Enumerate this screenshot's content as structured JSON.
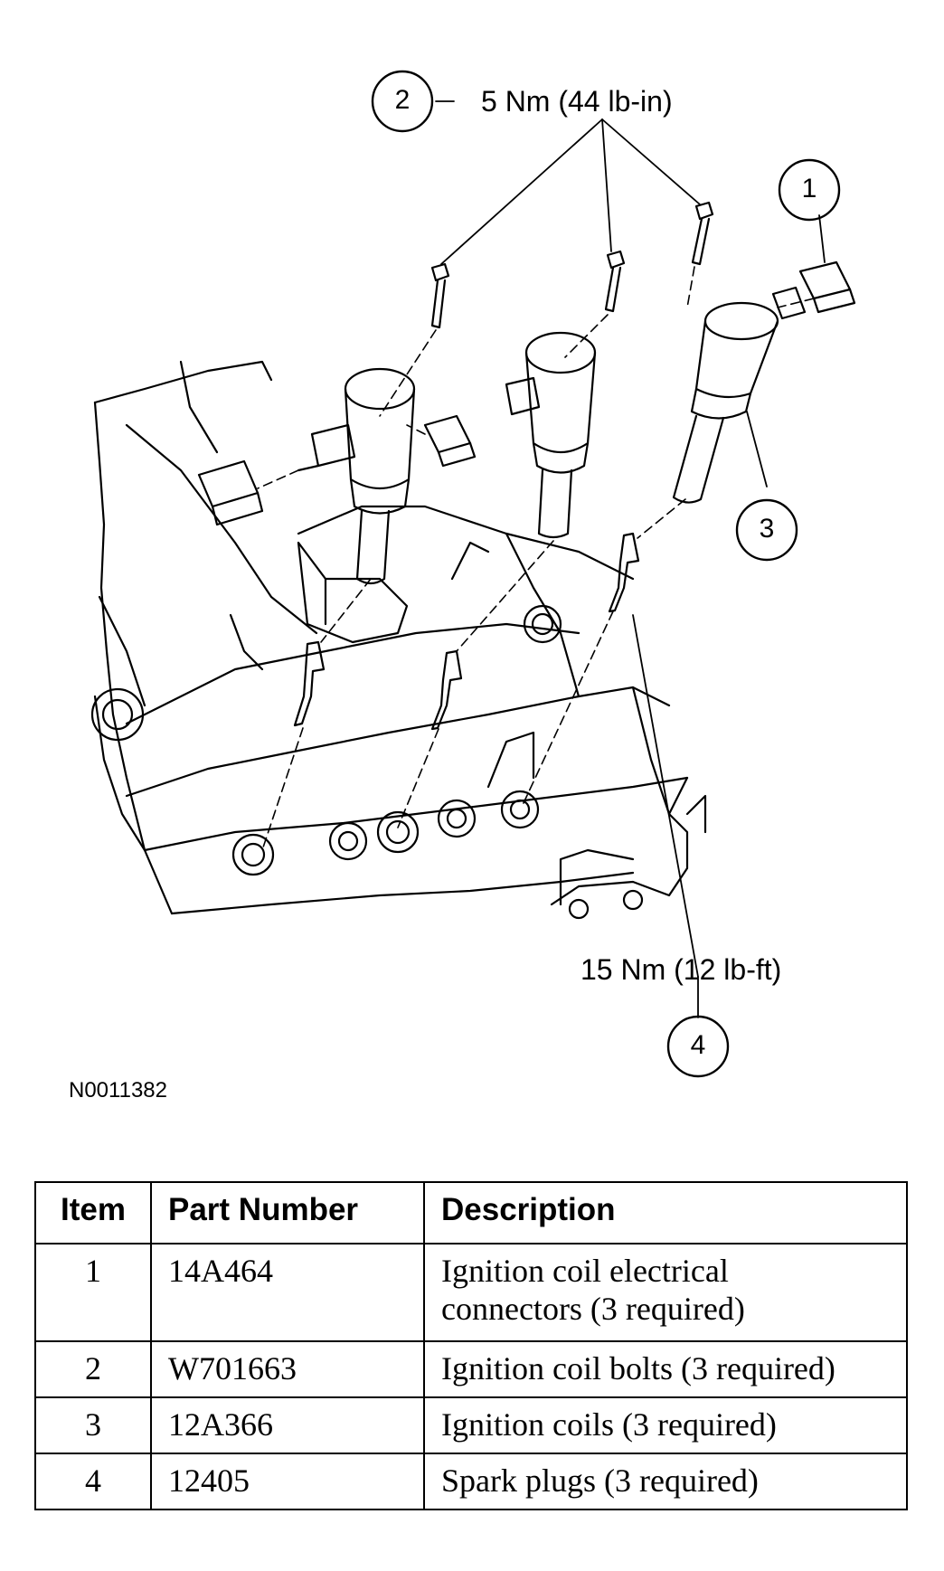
{
  "callouts": {
    "c1": {
      "number": "1"
    },
    "c2": {
      "number": "2",
      "torque": "5 Nm (44 lb-in)"
    },
    "c3": {
      "number": "3"
    },
    "c4": {
      "number": "4",
      "torque": "15 Nm (12 lb-ft)"
    }
  },
  "figure_id": "N0011382",
  "table": {
    "headers": [
      "Item",
      "Part Number",
      "Description"
    ],
    "rows": [
      {
        "item": "1",
        "part": "14A464",
        "description": "Ignition coil electrical connectors (3 required)"
      },
      {
        "item": "2",
        "part": "W701663",
        "description": "Ignition coil bolts (3 required)"
      },
      {
        "item": "3",
        "part": "12A366",
        "description": "Ignition coils (3 required)"
      },
      {
        "item": "4",
        "part": "12405",
        "description": "Spark plugs (3 required)"
      }
    ]
  }
}
